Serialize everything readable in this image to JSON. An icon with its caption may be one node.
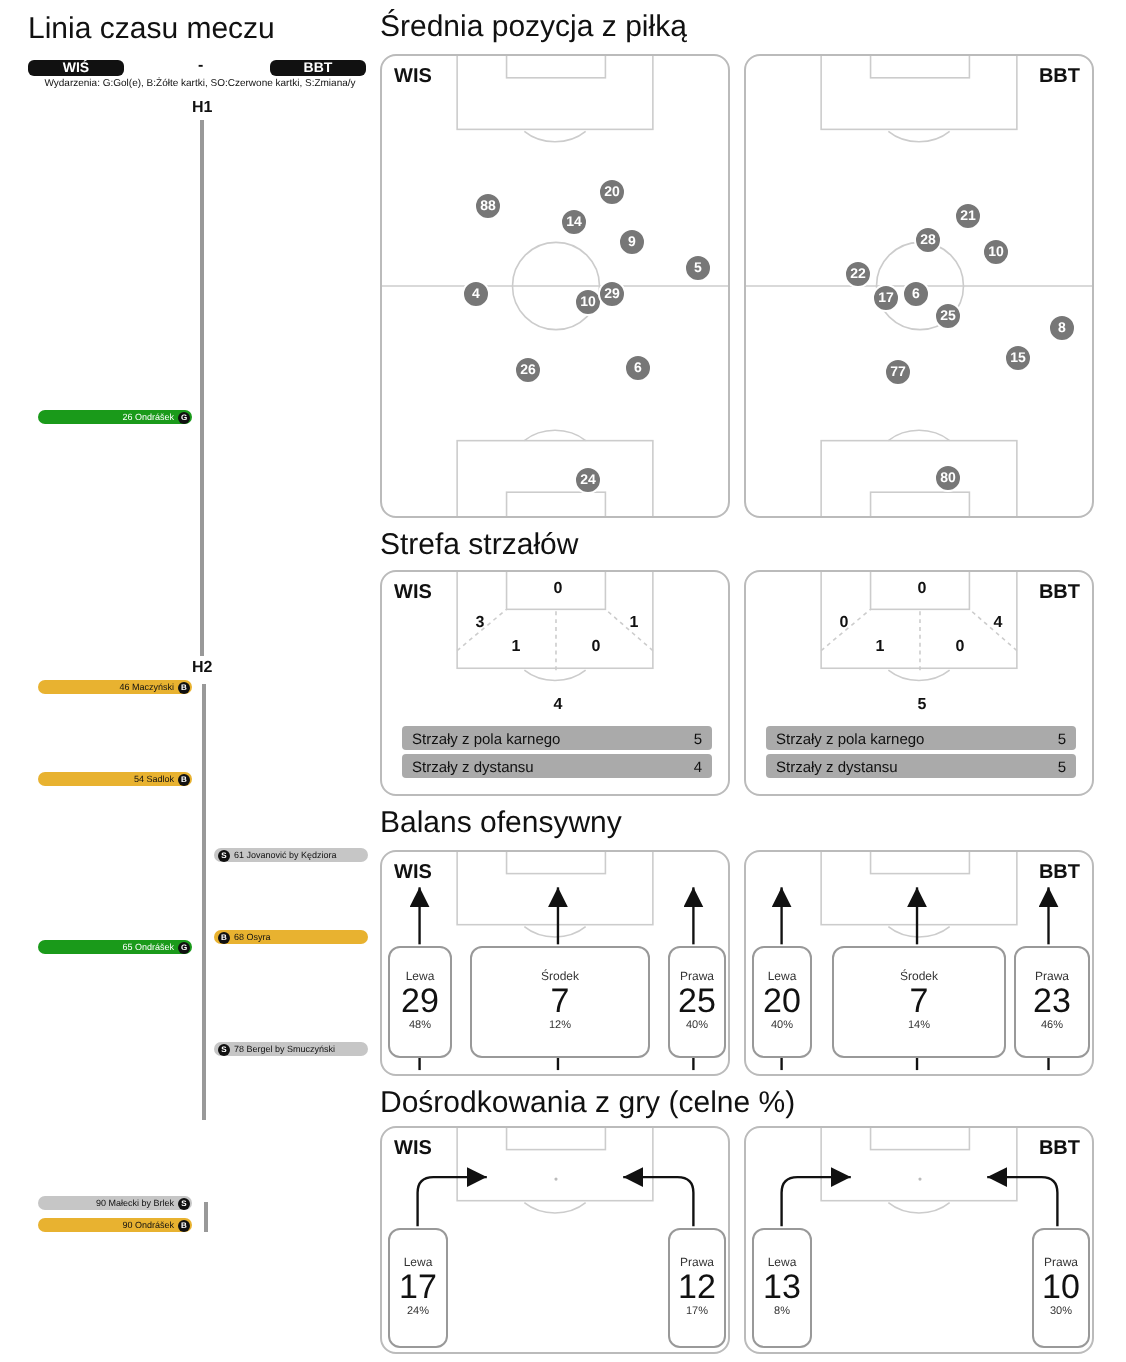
{
  "diagram": {
    "nodes": [
      {
        "text": [
          "WIŚ"
        ]
      },
      {
        "text": [
          "BBT"
        ]
      },
      {
        "text": [
          "26 Ondrášek",
          "G"
        ]
      },
      {
        "text": [
          "46 Maczyński",
          "B"
        ]
      },
      {
        "text": [
          "54 Sadlok",
          "B"
        ]
      },
      {
        "text": [
          "S",
          "61 Jovanović by Kędziora"
        ]
      },
      {
        "text": [
          "65 Ondrášek",
          "G"
        ]
      },
      {
        "text": [
          "B",
          "68 Osyra"
        ]
      },
      {
        "text": [
          "S",
          "78 Bergel by Smuczyński"
        ]
      },
      {
        "text": [
          "90 Małecki by Brlek",
          "S"
        ]
      },
      {
        "text": [
          "90 Ondrášek",
          "B"
        ]
      },
      {
        "text": [
          "WIS"
        ]
      },
      {
        "text": [
          "88"
        ],
        "in": 11
      },
      {
        "text": [
          "20"
        ],
        "in": 11
      },
      {
        "text": [
          "14"
        ],
        "in": 11
      },
      {
        "text": [
          "9"
        ],
        "in": 11
      },
      {
        "text": [
          "5"
        ],
        "in": 11
      },
      {
        "text": [
          "4"
        ],
        "in": 11
      },
      {
        "text": [
          "10"
        ],
        "in": 11
      },
      {
        "text": [
          "29"
        ],
        "in": 11
      },
      {
        "text": [
          "26"
        ],
        "in": 11
      },
      {
        "text": [
          "6"
        ],
        "in": 11
      },
      {
        "text": [
          "24"
        ],
        "in": 11
      },
      {
        "text": [
          "BBT"
        ]
      },
      {
        "text": [
          "21"
        ],
        "in": 23
      },
      {
        "text": [
          "28"
        ],
        "in": 23
      },
      {
        "text": [
          "10"
        ],
        "in": 23
      },
      {
        "text": [
          "22"
        ],
        "in": 23
      },
      {
        "text": [
          "6"
        ],
        "in": 23
      },
      {
        "text": [
          "17"
        ],
        "in": 23
      },
      {
        "text": [
          "25"
        ],
        "in": 23
      },
      {
        "text": [
          "8"
        ],
        "in": 23
      },
      {
        "text": [
          "15"
        ],
        "in": 23
      },
      {
        "text": [
          "77"
        ],
        "in": 23
      },
      {
        "text": [
          "80"
        ],
        "in": 23
      },
      {
        "text": [
          "WIS"
        ]
      },
      {
        "text": [
          "Strzały z pola karnego",
          "5"
        ],
        "in": 35
      },
      {
        "text": [
          "Strzały z dystansu",
          "4"
        ],
        "in": 35
      },
      {
        "text": [
          "BBT"
        ]
      },
      {
        "text": [
          "Strzały z pola karnego",
          "5"
        ],
        "in": 38
      },
      {
        "text": [
          "Strzały z dystansu",
          "5"
        ],
        "in": 38
      },
      {
        "text": [
          "WIS"
        ]
      },
      {
        "text": [
          "Lewa",
          "29",
          "48%"
        ],
        "in": 41
      },
      {
        "text": [
          "Środek",
          "7",
          "12%"
        ],
        "in": 41
      },
      {
        "text": [
          "Prawa",
          "25",
          "40%"
        ],
        "in": 41
      },
      {
        "text": [
          "BBT"
        ]
      },
      {
        "text": [
          "Lewa",
          "20",
          "40%"
        ],
        "in": 45
      },
      {
        "text": [
          "Środek",
          "7",
          "14%"
        ],
        "in": 45
      },
      {
        "text": [
          "Prawa",
          "23",
          "46%"
        ],
        "in": 45
      },
      {
        "text": [
          "WIS"
        ]
      },
      {
        "text": [
          "Lewa",
          "17",
          "24%"
        ],
        "in": 49
      },
      {
        "text": [
          "Prawa",
          "12",
          "17%"
        ],
        "in": 49
      },
      {
        "text": [
          "BBT"
        ]
      },
      {
        "text": [
          "Lewa",
          "13",
          "8%"
        ],
        "in": 52
      },
      {
        "text": [
          "Prawa",
          "10",
          "30%"
        ],
        "in": 52
      }
    ],
    "edges": [
      {
        "from": 42,
        "to": null,
        "arrow": "to"
      },
      {
        "from": null,
        "to": 42,
        "arrow": "none"
      },
      {
        "from": 43,
        "to": null,
        "arrow": "to"
      },
      {
        "from": null,
        "to": 43,
        "arrow": "none"
      },
      {
        "from": 44,
        "to": null,
        "arrow": "to"
      },
      {
        "from": null,
        "to": 44,
        "arrow": "none"
      },
      {
        "from": 46,
        "to": null,
        "arrow": "to"
      },
      {
        "from": null,
        "to": 46,
        "arrow": "none"
      },
      {
        "from": 47,
        "to": null,
        "arrow": "to"
      },
      {
        "from": null,
        "to": 47,
        "arrow": "none"
      },
      {
        "from": 48,
        "to": null,
        "arrow": "to"
      },
      {
        "from": null,
        "to": 48,
        "arrow": "none"
      },
      {
        "from": 50,
        "to": null,
        "arrow": "to"
      },
      {
        "from": 51,
        "to": null,
        "arrow": "to"
      },
      {
        "from": 53,
        "to": null,
        "arrow": "to"
      },
      {
        "from": 54,
        "to": null,
        "arrow": "to"
      }
    ],
    "labels": [
      "Linia czasu meczu",
      "-",
      "Wydarzenia: G:Gol(e), B:Żółte kartki, SO:Czerwone kartki, S:Zmiana/y",
      "H1",
      "H2",
      "Średnia pozycja z piłką",
      "Strefa strzałów",
      "3",
      "0",
      "1",
      "1",
      "0",
      "4",
      "0",
      "0",
      "4",
      "1",
      "0",
      "5",
      "Balans ofensywny",
      "Dośrodkowania z gry (celne %)"
    ]
  }
}
